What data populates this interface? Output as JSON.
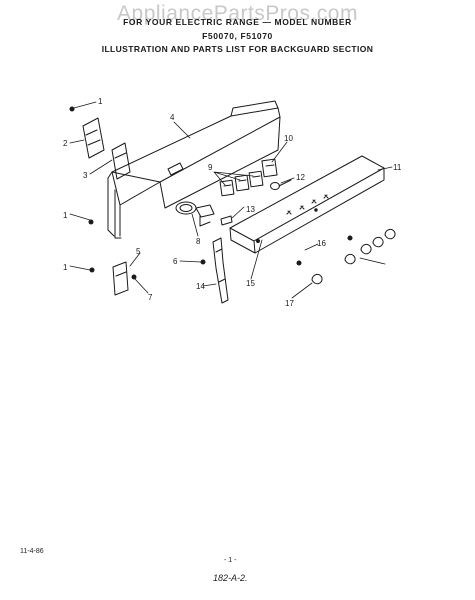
{
  "watermark": "AppliancePartsPros.com",
  "header": {
    "line1": "FOR YOUR ELECTRIC RANGE — MODEL NUMBER",
    "line2": "F50070,  F51070",
    "line3": "ILLUSTRATION AND PARTS LIST FOR BACKGUARD SECTION"
  },
  "callouts": [
    "1",
    "2",
    "3",
    "4",
    "9",
    "10",
    "11",
    "12",
    "13",
    "8",
    "1",
    "5",
    "1",
    "7",
    "6",
    "14",
    "15",
    "16",
    "17"
  ],
  "footer": {
    "date": "11-4-86",
    "page": "- 1 -",
    "code": "182-A-2."
  }
}
